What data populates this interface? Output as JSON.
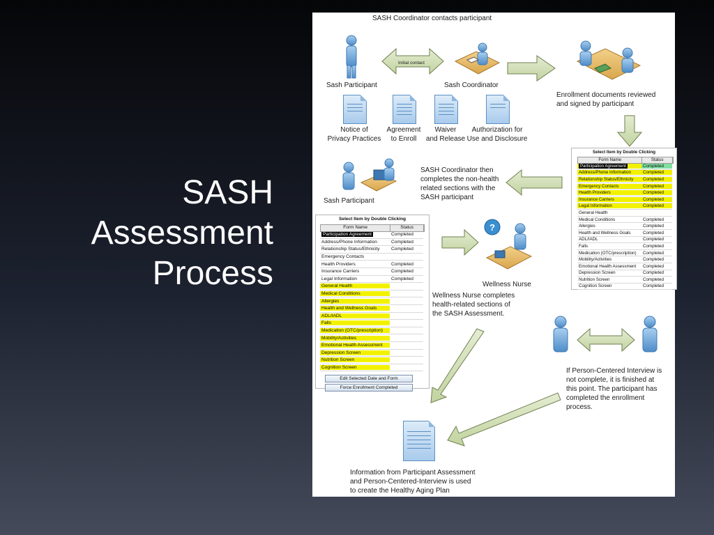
{
  "title": {
    "lines": [
      "SASH",
      "Assessment",
      "Process"
    ]
  },
  "diagram": {
    "coordinator_contact": "SASH Coordinator\ncontacts participant",
    "initial_contact": "Initial contact",
    "sash_participant_1": "Sash Participant",
    "sash_coordinator": "Sash Coordinator",
    "enrollment_reviewed": "Enrollment documents reviewed\nand signed by participant",
    "documents": [
      "Notice of\nPrivacy Practices",
      "Agreement\nto Enroll",
      "Waiver\nand Release",
      "Authorization for\nUse and Disclosure"
    ],
    "sash_participant_2": "Sash Participant",
    "coordinator_completes": "SASH Coordinator then\ncompletes the non-health\nrelated sections with the\nSASH participant",
    "wellness_nurse": "Wellness Nurse",
    "nurse_completes": "Wellness Nurse completes\nhealth-related sections of\nthe SASH Assessment.",
    "pci_note": "If Person-Centered Interview is\nnot complete, it is finished at\nthis point. The participant has\ncompleted the enrollment\nprocess.",
    "final_note": "Information from Participant Assessment\nand Person-Centered-Interview is used\nto create the Healthy Aging Plan"
  },
  "table_small": {
    "caption": "Select Item by Double Clicking",
    "col_name": "Form Name",
    "col_status": "Status",
    "rows": [
      {
        "name": "Participation Agreement",
        "status": "Completed"
      },
      {
        "name": "Address/Phone Information",
        "status": "Completed"
      },
      {
        "name": "Relationship Status/Ethnicity",
        "status": "Completed"
      },
      {
        "name": "Emergency Contacts",
        "status": "Completed"
      },
      {
        "name": "Health Providers",
        "status": "Completed"
      },
      {
        "name": "Insurance Carriers",
        "status": "Completed"
      },
      {
        "name": "Legal Information",
        "status": "Completed"
      },
      {
        "name": "General Health",
        "status": ""
      },
      {
        "name": "Medical Conditions",
        "status": "Completed"
      },
      {
        "name": "Allergies",
        "status": "Completed"
      },
      {
        "name": "Health and Wellness Goals",
        "status": "Completed"
      },
      {
        "name": "ADL/IADL",
        "status": "Completed"
      },
      {
        "name": "Falls",
        "status": "Completed"
      },
      {
        "name": "Medication (OTC/prescription)",
        "status": "Completed"
      },
      {
        "name": "Mobility/Activities",
        "status": "Completed"
      },
      {
        "name": "Emotional Health Assessment",
        "status": "Completed"
      },
      {
        "name": "Depression Screen",
        "status": "Completed"
      },
      {
        "name": "Nutrition Screen",
        "status": "Completed"
      },
      {
        "name": "Cognition Screen",
        "status": "Completed"
      }
    ]
  },
  "table_large": {
    "caption": "Select Item by Double Clicking",
    "col_name": "Form Name",
    "col_status": "Status",
    "rows": [
      {
        "name": "Participation Agreement",
        "status": "Completed"
      },
      {
        "name": "Address/Phone Information",
        "status": "Completed"
      },
      {
        "name": "Relationship Status/Ethnicity",
        "status": "Completed"
      },
      {
        "name": "Emergency Contacts",
        "status": ""
      },
      {
        "name": "Health Providers",
        "status": "Completed"
      },
      {
        "name": "Insurance Carriers",
        "status": "Completed"
      },
      {
        "name": "Legal Information",
        "status": "Completed"
      },
      {
        "name": "General Health",
        "status": ""
      },
      {
        "name": "Medical Conditions",
        "status": ""
      },
      {
        "name": "Allergies",
        "status": ""
      },
      {
        "name": "Health and Wellness Goals",
        "status": ""
      },
      {
        "name": "ADL/IADL",
        "status": ""
      },
      {
        "name": "Falls",
        "status": ""
      },
      {
        "name": "Medication (OTC/prescription)",
        "status": ""
      },
      {
        "name": "Mobility/Activities",
        "status": ""
      },
      {
        "name": "Emotional Health Assessment",
        "status": ""
      },
      {
        "name": "Depression Screen",
        "status": ""
      },
      {
        "name": "Nutrition Screen",
        "status": ""
      },
      {
        "name": "Cognition Screen",
        "status": ""
      }
    ],
    "btn_edit": "Edit Selected Date and Form",
    "btn_force": "Force Enrollment Completed"
  }
}
